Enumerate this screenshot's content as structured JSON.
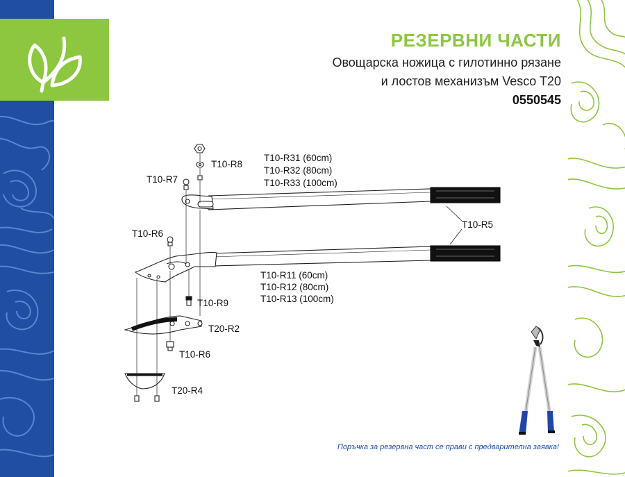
{
  "colors": {
    "green": "#8dc63f",
    "blue": "#1f4ea3"
  },
  "header": {
    "title": "РЕЗЕРВНИ ЧАСТИ",
    "subtitle_line1": "Овощарска ножица с гилотинно рязане",
    "subtitle_line2": "и лостов механизъм Vesco T20",
    "code": "0550545"
  },
  "logo": {
    "icon": "leaves-icon"
  },
  "parts": {
    "r8": "T10-R8",
    "r7": "T10-R7",
    "r31": "T10-R31 (60cm)",
    "r32": "T10-R32 (80cm)",
    "r33": "T10-R33 (100cm)",
    "r6_top": "T10-R6",
    "r5": "T10-R5",
    "r11": "T10-R11 (60cm)",
    "r12": "T10-R12 (80cm)",
    "r13": "T10-R13 (100cm)",
    "r9": "T10-R9",
    "r2": "T20-R2",
    "r6_bottom": "T10-R6",
    "r4": "T20-R4"
  },
  "footer": {
    "note": "Поръчка за резервна част се прави с предварителна заявка!"
  }
}
